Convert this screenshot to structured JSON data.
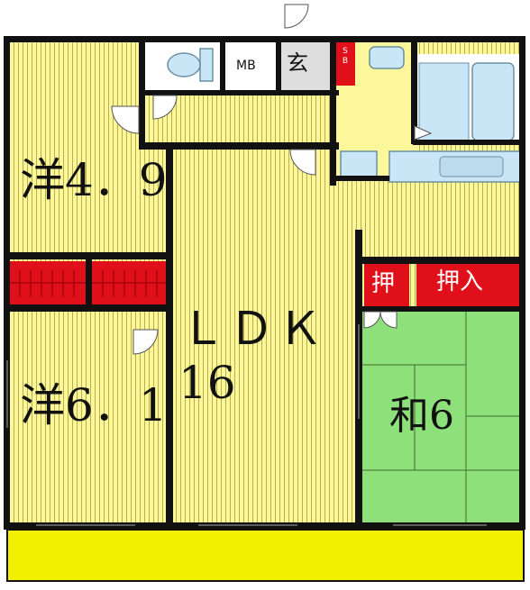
{
  "floorplan": {
    "rooms": {
      "western_upper": "洋4．9",
      "western_lower": "洋6．1",
      "ldk_name": "ＬＤＫ",
      "ldk_size": "16",
      "japanese": "和6",
      "entrance": "玄",
      "meter_box": "MB",
      "shoe_box_line1": "S",
      "shoe_box_line2": "B",
      "closet_small": "押",
      "closet_large": "押入"
    },
    "colors": {
      "wall": "#111111",
      "flooring": "#fbf79a",
      "flooring_lines": "#b9b04a",
      "tatami": "#8ee07a",
      "closet": "#e0101b",
      "balcony": "#f2ef00",
      "bath": "#c8e6f6",
      "entrance_floor": "#dedede"
    }
  }
}
